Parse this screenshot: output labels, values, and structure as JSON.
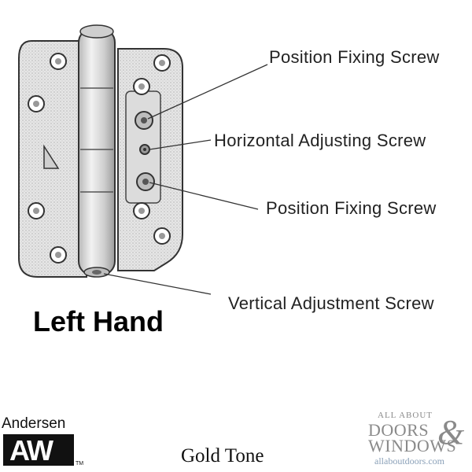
{
  "labels": {
    "fixing_screw_top": "Position Fixing Screw",
    "horizontal_screw": "Horizontal Adjusting Screw",
    "fixing_screw_bottom": "Position Fixing Screw",
    "vertical_screw": "Vertical Adjustment Screw"
  },
  "heading": "Left Hand",
  "caption": "Gold Tone",
  "brand_andersen": {
    "name": "Andersen",
    "mark": "AW",
    "tm": "TM"
  },
  "brand_store": {
    "tagline": "ALL ABOUT",
    "line1": "DOORS",
    "ampersand": "&",
    "line2": "WINDOWS",
    "url": "allaboutdoors.com"
  },
  "colors": {
    "line": "#333333",
    "metal": "#d9d9d9",
    "store_gray": "#8a8a8a",
    "store_url": "#8aa0b8"
  }
}
